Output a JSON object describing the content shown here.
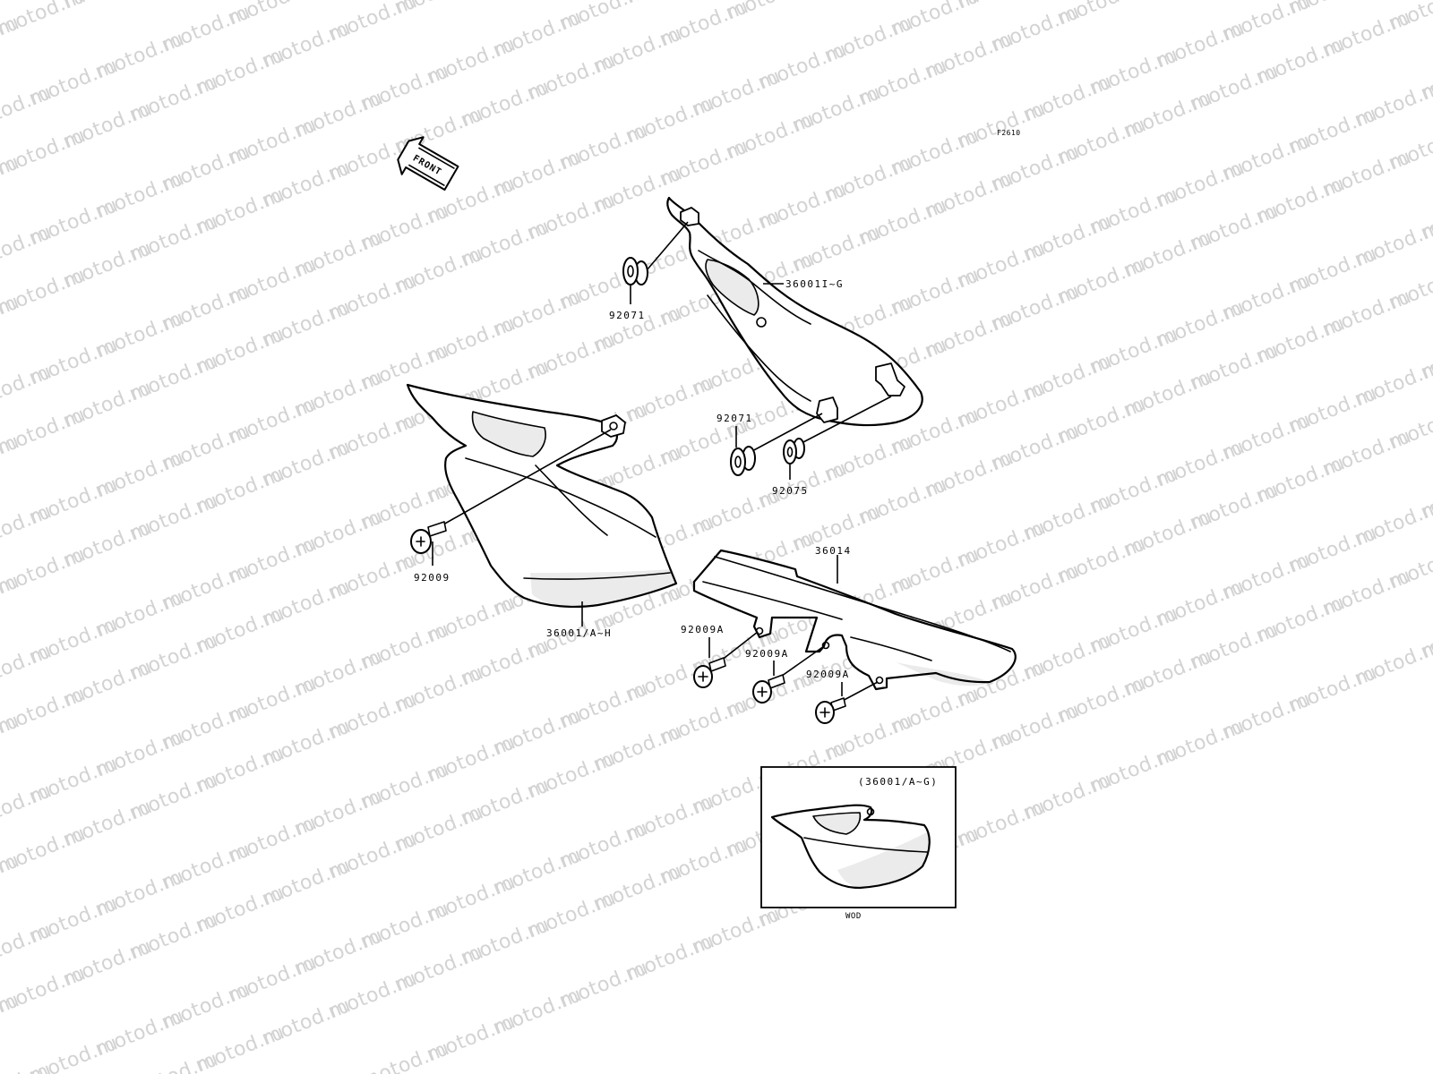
{
  "diagram": {
    "figure_code": "F2610",
    "front_arrow": {
      "label": "FRONT",
      "icon": "front-arrow-icon"
    },
    "watermark": "motod.ru",
    "callouts": {
      "grommet_top": "92071",
      "grommet_mid": "92071",
      "grommet_small": "92075",
      "rear_cover": "36001I~G",
      "side_cover": "36001/A~H",
      "bolt_side": "92009",
      "chain_guard": "36014",
      "bolt_guard_1": "92009A",
      "bolt_guard_2": "92009A",
      "bolt_guard_3": "92009A"
    },
    "inset": {
      "title": "(36001/A~G)",
      "caption": "WOD"
    }
  }
}
